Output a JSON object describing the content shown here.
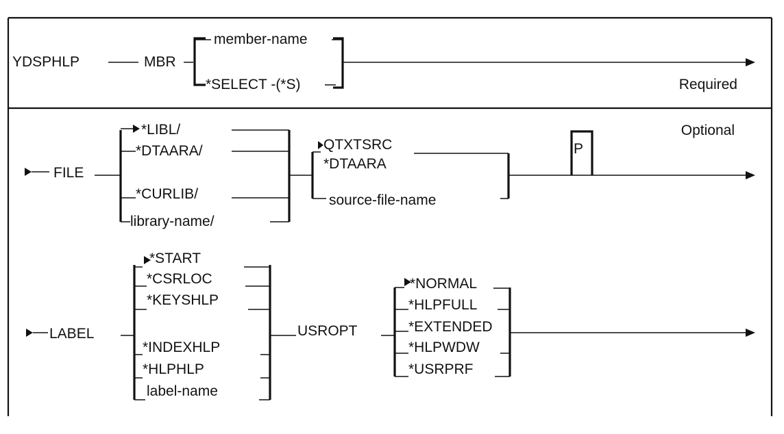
{
  "section1": {
    "command": "YDSPHLP",
    "keyword": "MBR",
    "options": [
      "member-name",
      "*SELECT -(*S)"
    ],
    "note": "Required"
  },
  "section2": {
    "note": "Optional",
    "keyword": "FILE",
    "library_options": [
      "*LIBL/",
      "*DTAARA/",
      "*CURLIB/",
      "library-name/"
    ],
    "file_options": [
      "QTXTSRC",
      "*DTAARA",
      "source-file-name"
    ],
    "positional_marker": "P"
  },
  "section3": {
    "label_keyword": "LABEL",
    "label_options": [
      "*START",
      "*CSRLOC",
      "*KEYSHLP",
      "*INDEXHLP",
      "*HLPHLP",
      "label-name"
    ],
    "usropt_keyword": "USROPT",
    "usropt_options": [
      "*NORMAL",
      "*HLPFULL",
      "*EXTENDED",
      "*HLPWDW",
      "*USRPRF"
    ]
  }
}
